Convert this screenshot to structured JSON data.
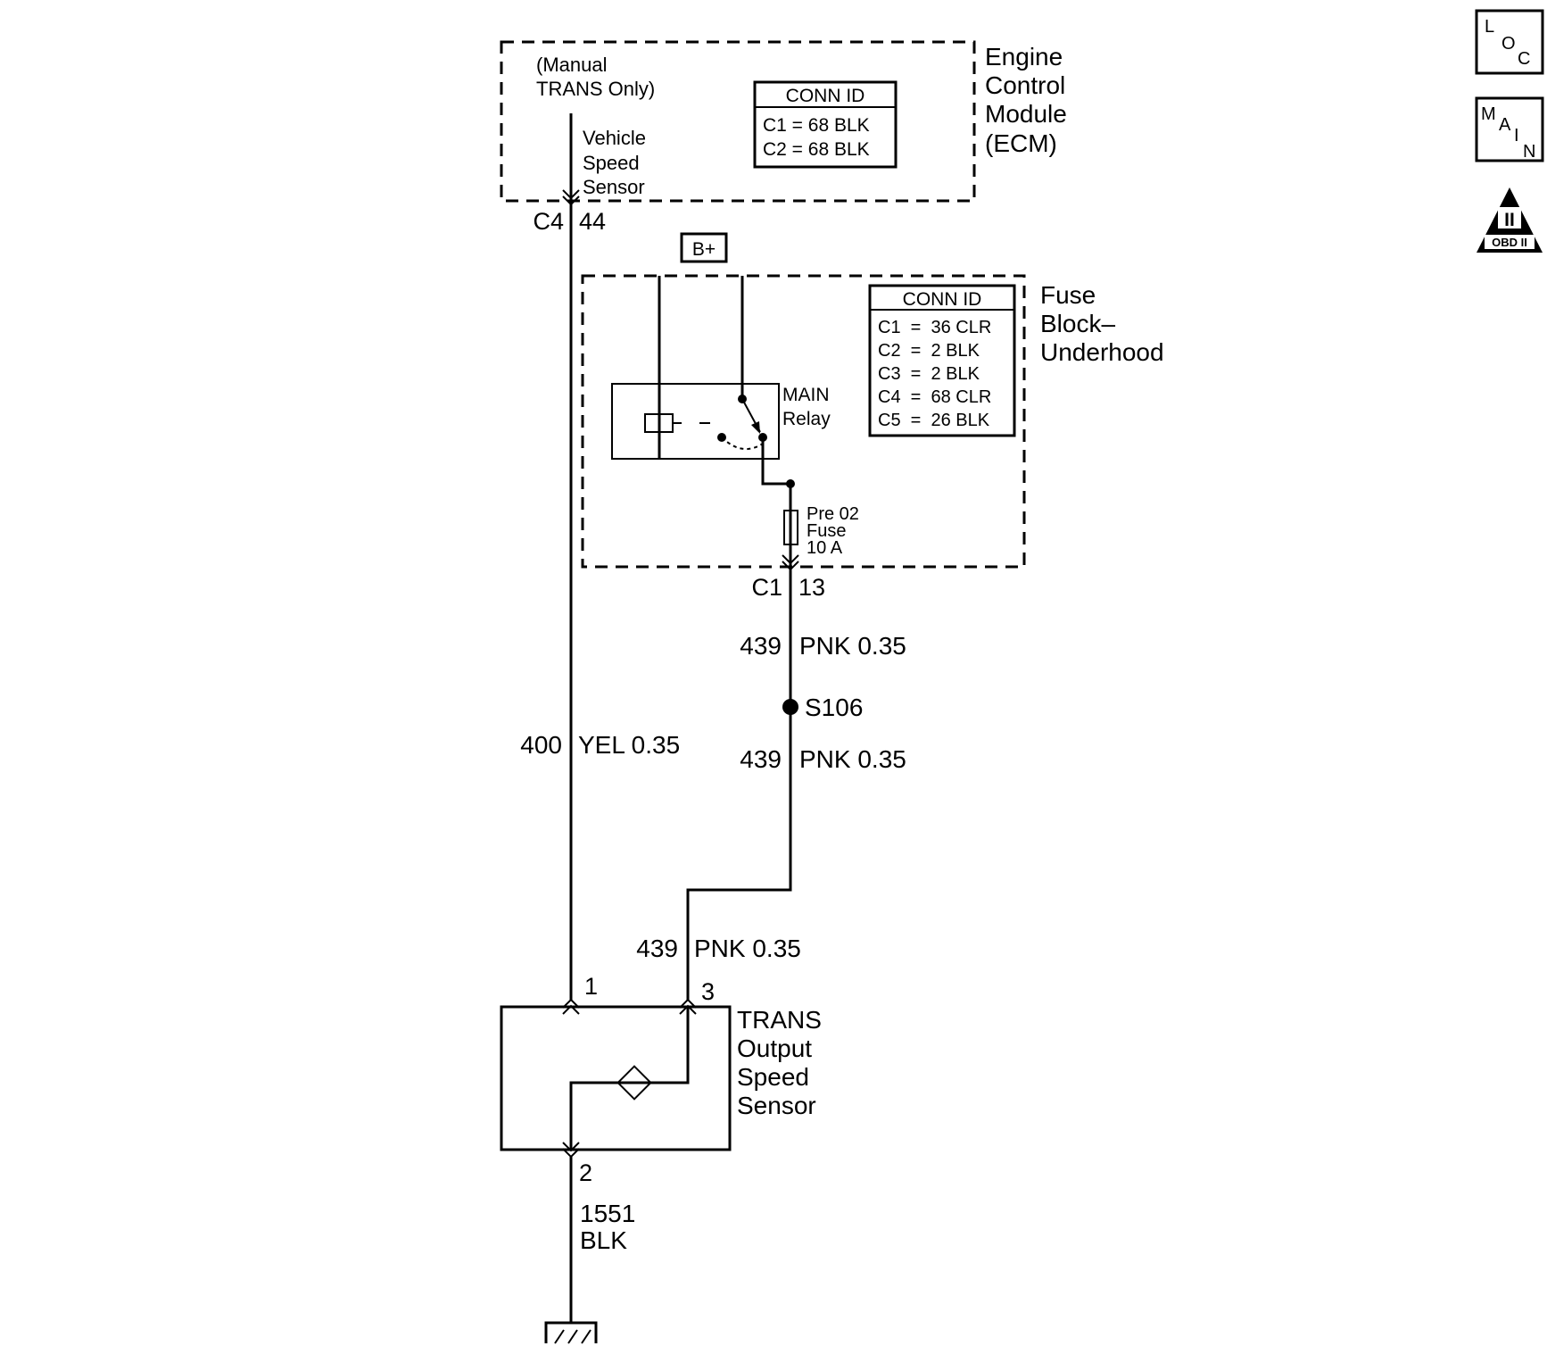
{
  "ecm": {
    "title": [
      "Engine",
      "Control",
      "Module",
      "(ECM)"
    ],
    "note": [
      "(Manual",
      "TRANS Only)"
    ],
    "sensor_label": [
      "Vehicle",
      "Speed",
      "Sensor"
    ],
    "conn_id": {
      "header": "CONN ID",
      "rows": [
        "C1 = 68 BLK",
        "C2 = 68 BLK"
      ]
    },
    "connector": "C4",
    "pin": "44"
  },
  "power": {
    "source_label": "B+"
  },
  "fuse_block": {
    "title": [
      "Fuse",
      "Block–",
      "Underhood"
    ],
    "conn_id": {
      "header": "CONN ID",
      "rows": [
        "C1  =  36 CLR",
        "C2  =  2 BLK",
        "C3  =  2 BLK",
        "C4  =  68 CLR",
        "C5  =  26 BLK"
      ]
    },
    "relay_label": [
      "MAIN",
      "Relay"
    ],
    "fuse_label": [
      "Pre 02",
      "Fuse",
      "10 A"
    ],
    "connector": "C1",
    "pin": "13"
  },
  "wires": {
    "w400": {
      "circuit": "400",
      "color": "YEL 0.35"
    },
    "w439_a": {
      "circuit": "439",
      "color": "PNK 0.35"
    },
    "w439_b": {
      "circuit": "439",
      "color": "PNK 0.35"
    },
    "w439_c": {
      "circuit": "439",
      "color": "PNK 0.35"
    },
    "w1551": {
      "circuit": "1551",
      "color": "BLK"
    }
  },
  "splice": {
    "label": "S106"
  },
  "sensor": {
    "title": [
      "TRANS",
      "Output",
      "Speed",
      "Sensor"
    ],
    "pin1": "1",
    "pin2": "2",
    "pin3": "3"
  },
  "badges": {
    "loc": {
      "l": "L",
      "o": "O",
      "c": "C"
    },
    "main": {
      "m": "M",
      "a": "A",
      "i": "I",
      "n": "N"
    },
    "obd": {
      "symbol": "II",
      "text": "OBD II"
    }
  }
}
